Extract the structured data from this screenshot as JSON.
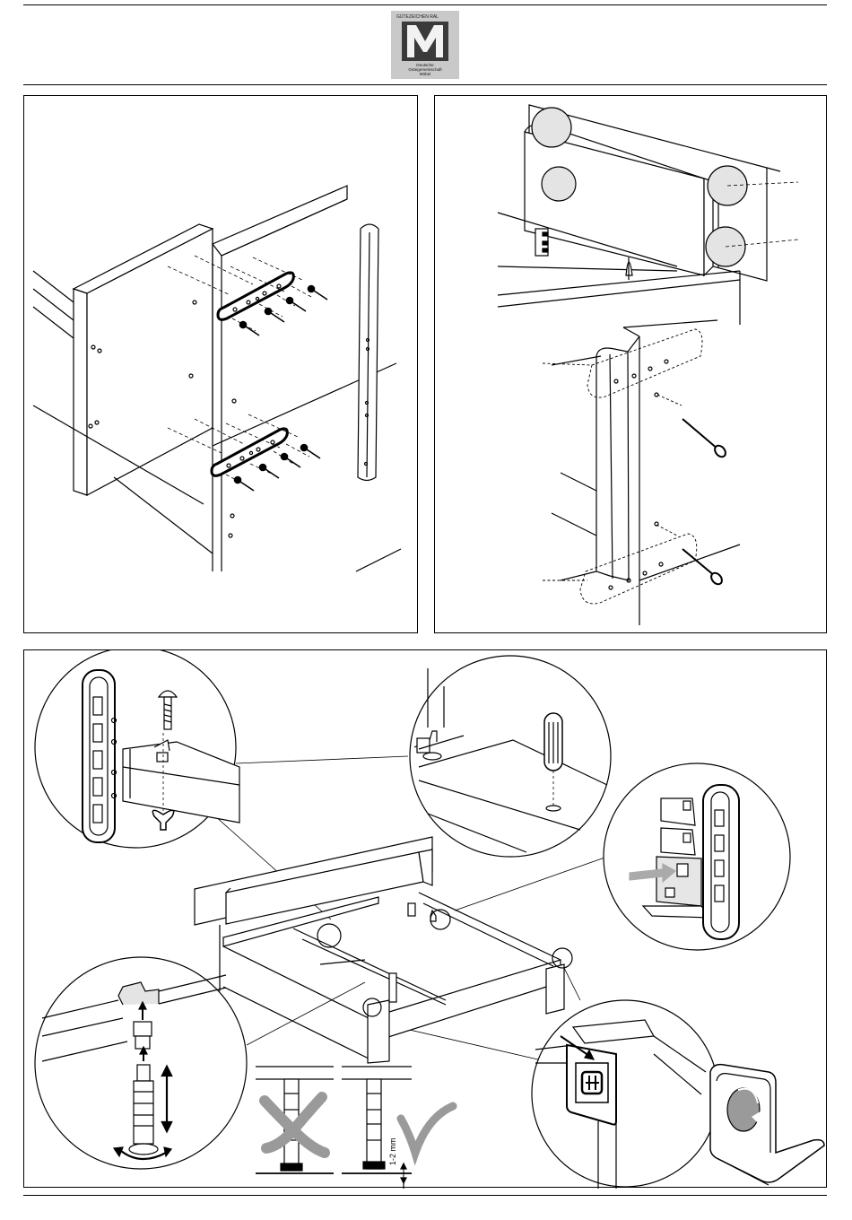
{
  "logo": {
    "top_text": "GÜTEZEICHEN RAL",
    "monogram": "M",
    "bottom_lines": [
      "Deutsche",
      "Gütegemeinschaft",
      "Möbel"
    ]
  },
  "panels": {
    "top_left": "headboard-plate-assembly",
    "top_right": "side-rail-screw-assembly",
    "bottom": "bed-frame-overview"
  },
  "measure": {
    "gap_label": "1-2 mm"
  },
  "colors": {
    "line": "#000000",
    "gray": "#9a9a9a",
    "light": "#d8d8d8"
  }
}
